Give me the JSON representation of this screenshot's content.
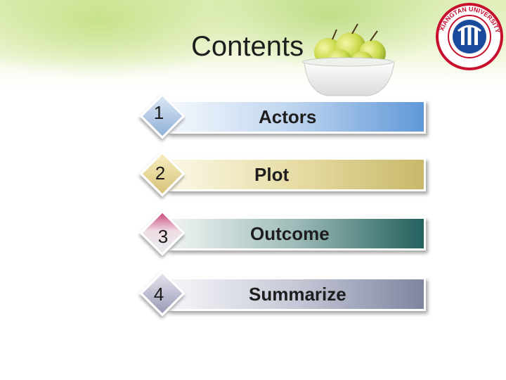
{
  "slide": {
    "title": "Contents",
    "logo": {
      "icon": "university-seal-icon",
      "ring_text": "XIANGTAN UNIVERSITY",
      "seal_color": "#c8102e",
      "emblem_color": "#1a4a9c"
    },
    "decoration": "apple-bowl-icon",
    "items": [
      {
        "number": "1",
        "label": "Actors",
        "bar_color": "#5f98d8",
        "diamond_color": "#8fb0d6"
      },
      {
        "number": "2",
        "label": "Plot",
        "bar_color": "#c9b86a",
        "diamond_color": "#d6c27a"
      },
      {
        "number": "3",
        "label": "Outcome",
        "bar_color": "#23615e",
        "diamond_color": "#b0406e"
      },
      {
        "number": "4",
        "label": "Summarize",
        "bar_color": "#7e85a0",
        "diamond_color": "#9a9ab5"
      }
    ]
  }
}
